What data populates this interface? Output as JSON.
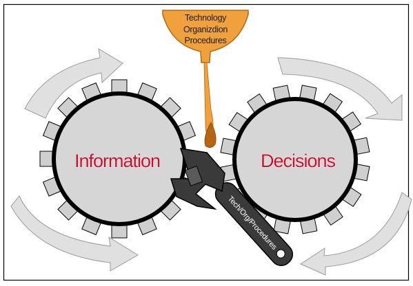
{
  "diagram": {
    "funnel": {
      "lines": [
        "Technology",
        "Organizdion",
        "Procedures"
      ],
      "color": "#f0a13c",
      "drop_color": "#b8650f"
    },
    "gears": [
      {
        "id": "information",
        "label": "Information"
      },
      {
        "id": "decisions",
        "label": "Decisions"
      }
    ],
    "wrench": {
      "label": "Tech/Org/Procedures"
    },
    "colors": {
      "gear_fill": "#d6d6d6",
      "tooth_fill": "#cfcfcf",
      "arrow_fill": "#e0e0e0",
      "label_red": "#c8102e",
      "wrench_fill": "#3a3a3a"
    }
  }
}
